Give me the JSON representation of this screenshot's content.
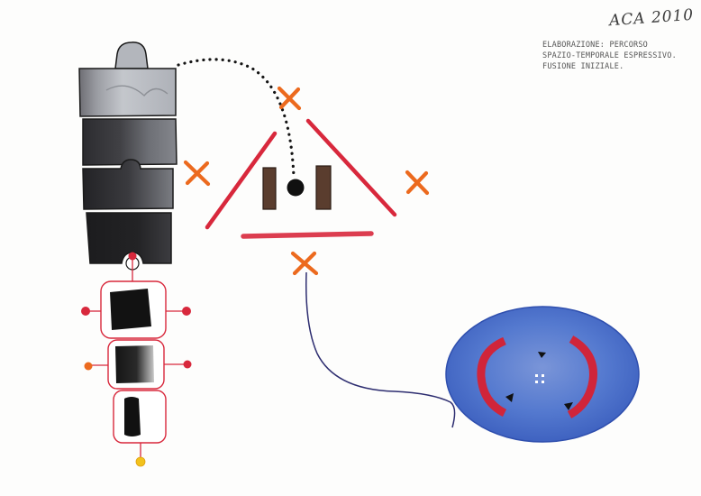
{
  "signature": "ACA 2010",
  "caption": {
    "line1": "ELABORAZIONE: PERCORSO",
    "line2": "SPAZIO-TEMPORALE ESPRESSIVO.",
    "line3": "FUSIONE INIZIALE."
  },
  "colors": {
    "paper": "#fdfdfc",
    "ink_black": "#141414",
    "gray_light": "#b9bcc2",
    "gray_mid": "#6f7178",
    "red": "#d8283c",
    "orange_x": "#ec6a1e",
    "blue_oval": "#4d73cc",
    "navy_line": "#2d2d70",
    "brown_bar": "#5a3d2e",
    "yellow_dot": "#f2c21c"
  }
}
